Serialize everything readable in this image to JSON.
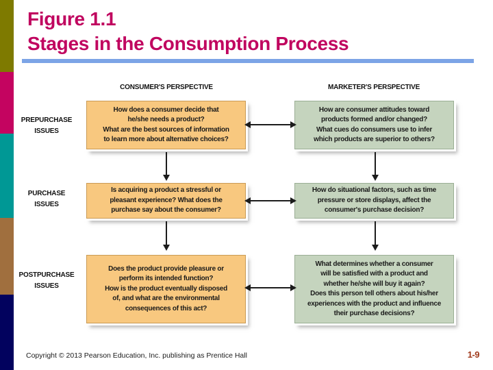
{
  "slide": {
    "title_line1": "Figure 1.1",
    "title_line2": "Stages in the Consumption Process"
  },
  "diagram": {
    "column_headers": {
      "consumer": "CONSUMER'S PERSPECTIVE",
      "marketer": "MARKETER'S PERSPECTIVE"
    },
    "rows": [
      {
        "label_lines": [
          "PREPURCHASE",
          "ISSUES"
        ],
        "consumer_lines": [
          "How does a consumer decide that",
          "he/she needs a product?",
          "What are the best sources of information",
          "to learn more about alternative choices?"
        ],
        "marketer_lines": [
          "How are consumer attitudes toward",
          "products formed and/or changed?",
          "What cues do consumers use to infer",
          "which products are superior to others?"
        ]
      },
      {
        "label_lines": [
          "PURCHASE",
          "ISSUES"
        ],
        "consumer_lines": [
          "Is acquiring a product a stressful or",
          "pleasant experience? What does the",
          "purchase say about the consumer?"
        ],
        "marketer_lines": [
          "How do situational factors, such as time",
          "pressure or store displays, affect the",
          "consumer's purchase decision?"
        ]
      },
      {
        "label_lines": [
          "POSTPURCHASE",
          "ISSUES"
        ],
        "consumer_lines": [
          "Does the product provide pleasure or",
          "perform its intended function?",
          "How is the product eventually disposed",
          "of, and what are the environmental",
          "consequences of this act?"
        ],
        "marketer_lines": [
          "What determines whether a consumer",
          "will be satisfied with a product and",
          "whether he/she will buy it again?",
          "Does this person tell others about his/her",
          "experiences with the product and influence",
          "their purchase decisions?"
        ]
      }
    ]
  },
  "footer": {
    "copyright": "Copyright © 2013 Pearson Education, Inc. publishing as Prentice Hall",
    "page_number": "1-9"
  },
  "colors": {
    "title": "#C0045F",
    "title_underline": "#7CA4E6",
    "consumer_box_fill": "#F8C87F",
    "consumer_box_border": "#C99A55",
    "marketer_box_fill": "#C5D4BE",
    "marketer_box_border": "#9AAE94",
    "arrow": "#1C1C1C",
    "page_number": "#A03A1C",
    "left_bar_segments": [
      "#7E7A00",
      "#C40460",
      "#009895",
      "#A06F3E",
      "#02025E"
    ]
  }
}
